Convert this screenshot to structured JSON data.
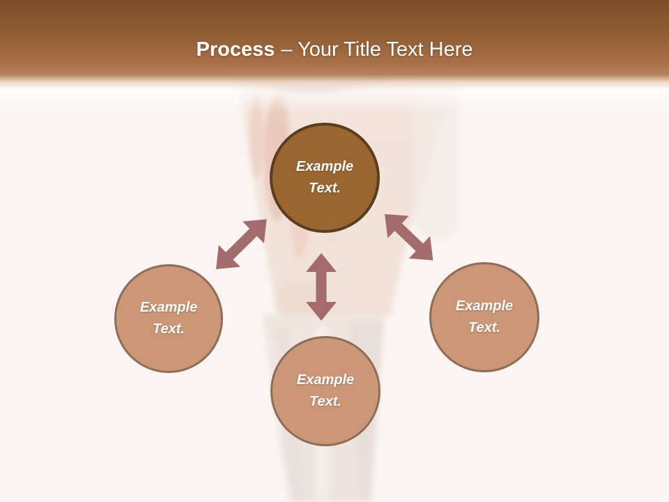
{
  "title": {
    "emphasis": "Process",
    "rest": "– Your Title Text Here"
  },
  "diagram": {
    "nodes": [
      {
        "id": "top",
        "line1": "Example",
        "line2": "Text."
      },
      {
        "id": "left",
        "line1": "Example",
        "line2": "Text."
      },
      {
        "id": "right",
        "line1": "Example",
        "line2": "Text."
      },
      {
        "id": "bottom",
        "line1": "Example",
        "line2": "Text."
      }
    ],
    "arrows": [
      {
        "id": "top-to-left",
        "type": "double-headed"
      },
      {
        "id": "top-to-right",
        "type": "double-headed"
      },
      {
        "id": "top-to-bottom",
        "type": "double-headed"
      }
    ],
    "background_image": "human-leg-muscle-anatomy"
  },
  "colors": {
    "page_bg": "#faf5f2",
    "header_top": "#7d4c28",
    "header_mid": "#a76f47",
    "header_bottom": "#b5805a",
    "title_text": "#ffffff",
    "node_primary_fill": "#996632",
    "node_primary_border": "#5a3c1e",
    "node_secondary_fill": "#cb9777",
    "node_secondary_border": "#8d6c58",
    "arrow": "#a46b6c"
  }
}
